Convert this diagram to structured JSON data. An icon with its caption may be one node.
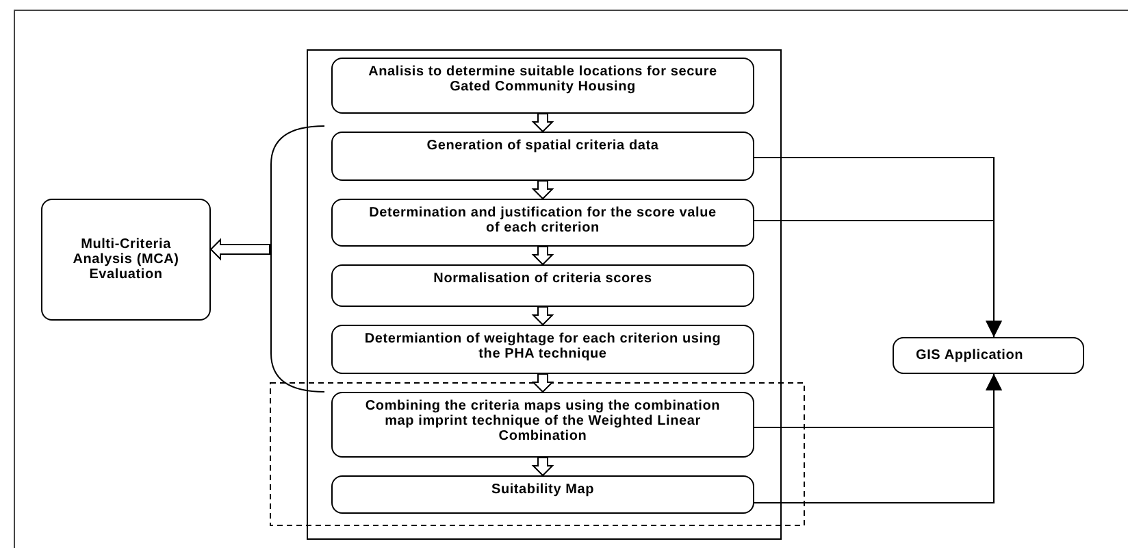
{
  "diagram": {
    "nodes": [
      {
        "text": [],
        "shape": "box"
      },
      {
        "text": [
          "Analisis to determine suitable locations for secure Gated Community Housing"
        ],
        "in": 0
      },
      {
        "text": [
          "Generation of spatial criteria data"
        ],
        "in": 0
      },
      {
        "text": [
          "Determination and justification for the score value of each criterion"
        ],
        "in": 0
      },
      {
        "text": [
          "Normalisation of criteria scores"
        ],
        "in": 0
      },
      {
        "text": [
          "Determiantion of weightage for each criterion using the PHA technique"
        ],
        "in": 0
      },
      {
        "text": [
          "Combining the criteria maps using the combination map imprint technique of the Weighted Linear Combination"
        ],
        "in": 0
      },
      {
        "text": [
          "Suitability Map"
        ],
        "in": 0
      },
      {
        "text": [
          "Multi-Criteria Analysis (MCA) Evaluation"
        ]
      },
      {
        "text": [
          "GIS Application"
        ]
      }
    ],
    "edges": [
      {
        "from": 1,
        "to": 2,
        "arrow": "to"
      },
      {
        "from": 2,
        "to": 3,
        "arrow": "to"
      },
      {
        "from": 3,
        "to": 4,
        "arrow": "to"
      },
      {
        "from": 4,
        "to": 5,
        "arrow": "to"
      },
      {
        "from": 5,
        "to": 6,
        "arrow": "to"
      },
      {
        "from": 6,
        "to": 7,
        "arrow": "to"
      },
      {
        "from": null,
        "to": 8,
        "arrow": "to"
      },
      {
        "from": 2,
        "to": 9,
        "arrow": "to"
      },
      {
        "from": 3,
        "to": 9,
        "arrow": "to"
      },
      {
        "from": 6,
        "to": 9,
        "arrow": "to"
      },
      {
        "from": 7,
        "to": 9,
        "arrow": "to"
      }
    ]
  }
}
